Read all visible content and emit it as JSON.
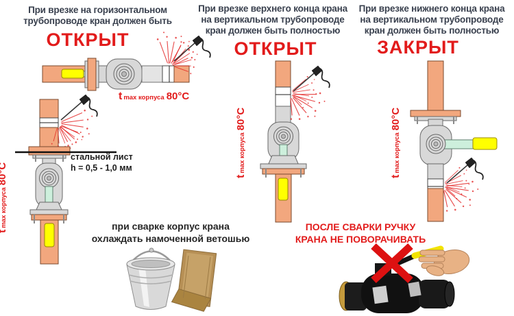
{
  "columns": [
    {
      "header_lines": [
        "При врезке на горизонтальном",
        "трубопроводе кран должен быть"
      ],
      "state": "ОТКРЫТ"
    },
    {
      "header_lines": [
        "При врезке верхнего конца крана",
        "на вертикальном трубопроводе",
        "кран должен быть полностью"
      ],
      "state": "ОТКРЫТ"
    },
    {
      "header_lines": [
        "При врезке нижнего конца крана",
        "на вертикальном трубопроводе",
        "кран должен быть полностью"
      ],
      "state": "ЗАКРЫТ"
    }
  ],
  "temp_label": {
    "symbol": "t",
    "subscript": "max корпуса",
    "value": "80°C"
  },
  "steel_sheet": {
    "line1": "стальной лист",
    "line2": "h = 0,5 - 1,0 мм"
  },
  "cooling_note": {
    "line1": "при сварке корпус крана",
    "line2": "охлаждать намоченной ветошью"
  },
  "no_turn_note": {
    "line1": "ПОСЛЕ СВАРКИ РУЧКУ",
    "line2": "КРАНА НЕ ПОВОРАЧИВАТЬ"
  },
  "colors": {
    "pipe": "#F2A77E",
    "pipe_dark": "#D98A5C",
    "valve_body": "#D8D8D8",
    "stem_green": "#CDEFDC",
    "handle_yellow": "#FFFF00",
    "accent_red": "#E21B1B",
    "header_text": "#39404E",
    "note_text": "#252525"
  }
}
